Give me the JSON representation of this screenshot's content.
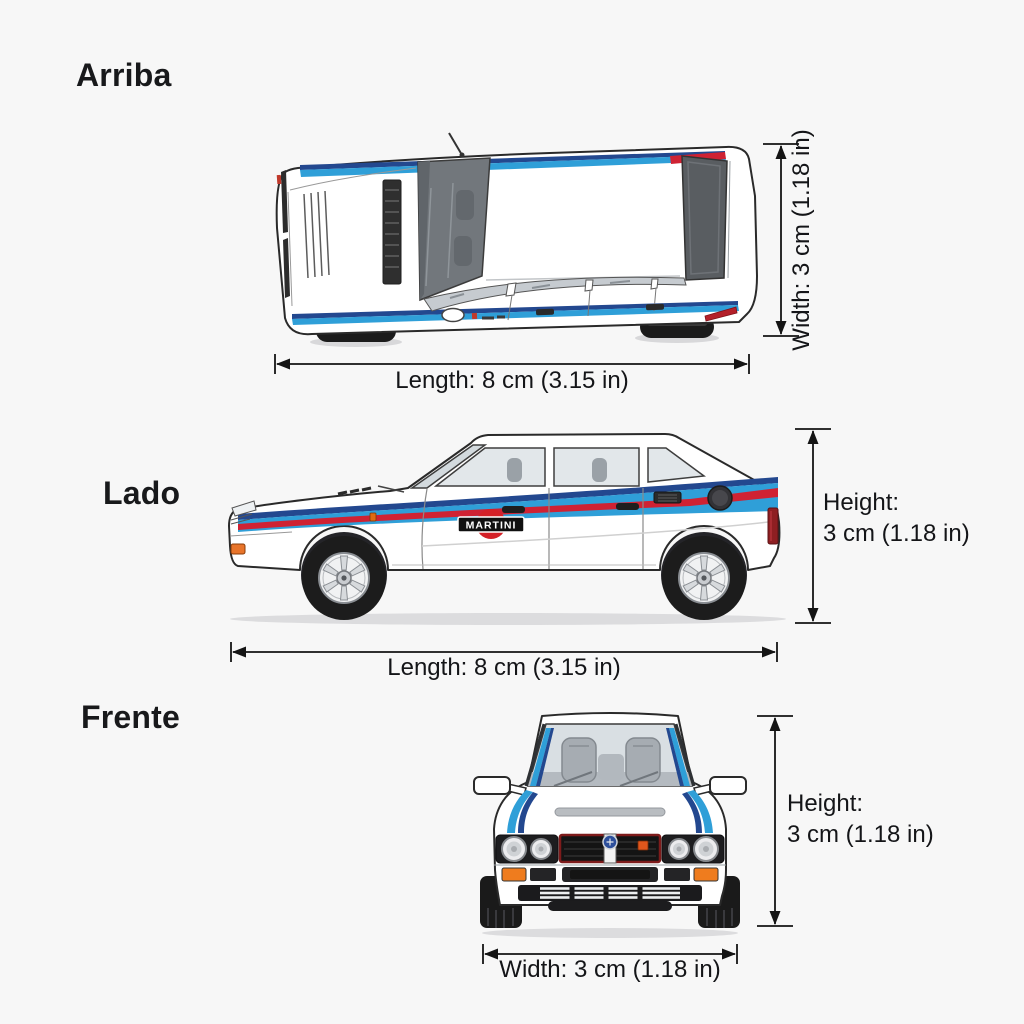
{
  "views": {
    "top": {
      "label": "Arriba",
      "width_label": "Width: 3 cm (1.18 in)",
      "length_label": "Length: 8 cm (3.15 in)"
    },
    "side": {
      "label": "Lado",
      "height_label_line1": "Height:",
      "height_label_line2": "3 cm (1.18 in)",
      "length_label": "Length: 8 cm (3.15 in)"
    },
    "front": {
      "label": "Frente",
      "height_label_line1": "Height:",
      "height_label_line2": "3 cm (1.18 in)",
      "width_label": "Width: 3 cm (1.18 in)"
    }
  },
  "car": {
    "branding": "MARTINI",
    "colors": {
      "body": "#ffffff",
      "martini_light_blue": "#2f9fd8",
      "martini_dark_blue": "#23488f",
      "martini_red": "#cf2233",
      "outline": "#2a2a2a"
    }
  },
  "dimensions": {
    "length": "8 cm (3.15 in)",
    "width": "3 cm (1.18 in)",
    "height": "3 cm (1.18 in)"
  }
}
